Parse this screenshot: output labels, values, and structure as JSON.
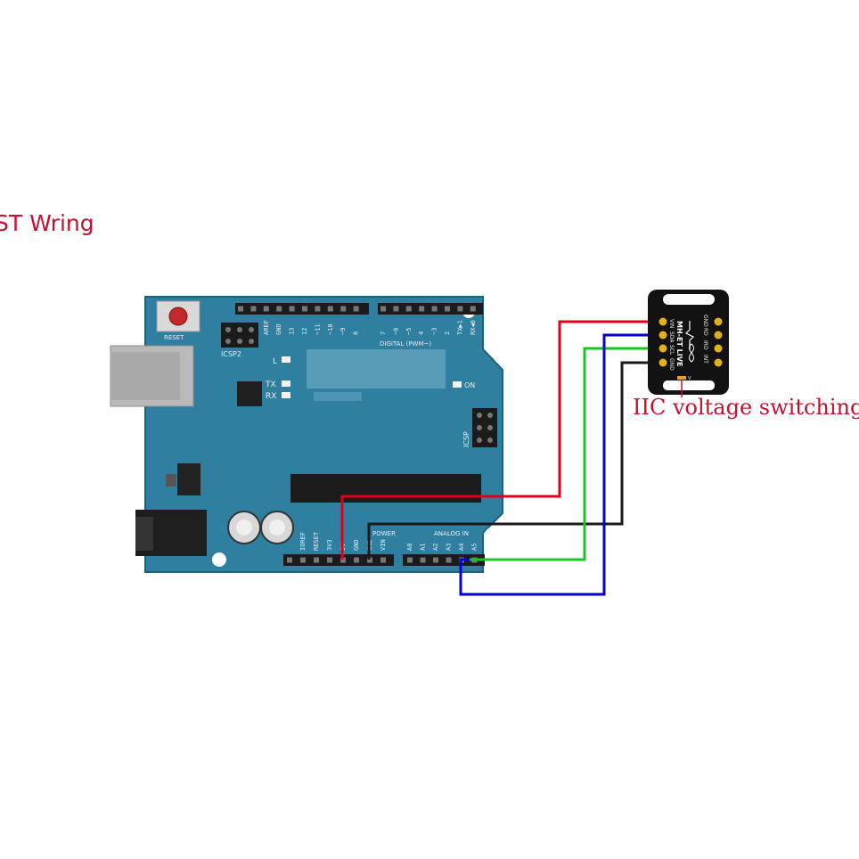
{
  "title": "ST Wring",
  "annotation": "IIC voltage switching",
  "arduino": {
    "reset_label": "RESET",
    "icsp2_label": "ICSP2",
    "icsp_label": "ICSP",
    "led_l": "L",
    "led_tx": "TX",
    "led_rx": "RX",
    "on_label": "ON",
    "digital_label": "DIGITAL (PWM~)",
    "top_pins": [
      "AREF",
      "GND",
      "13",
      "12",
      "~11",
      "~10",
      "~9",
      "8",
      "7",
      "~6",
      "~5",
      "4",
      "~3",
      "2",
      "TX▶1",
      "RX◀0"
    ],
    "power_label": "POWER",
    "analog_label": "ANALOG IN",
    "power_pins": [
      "IOREF",
      "RESET",
      "3V3",
      "5V",
      "GND",
      "GND",
      "VIN"
    ],
    "analog_pins": [
      "A0",
      "A1",
      "A2",
      "A3",
      "A4",
      "A5"
    ]
  },
  "sensor": {
    "brand": "MH-ET LIVE",
    "left_pins": [
      "VIN",
      "SDA",
      "SCL",
      "GND"
    ],
    "right_pins": [
      "GND",
      "RD",
      "IRD",
      "INT"
    ],
    "jumper_label": "V"
  },
  "wires": [
    {
      "name": "VIN",
      "color": "#e0001b"
    },
    {
      "name": "SDA",
      "color": "#0000d0"
    },
    {
      "name": "SCL",
      "color": "#18c81e"
    },
    {
      "name": "GND",
      "color": "#1a1a1a"
    }
  ],
  "colors": {
    "board": "#2f7fa0",
    "accent_text": "#c8102e"
  }
}
